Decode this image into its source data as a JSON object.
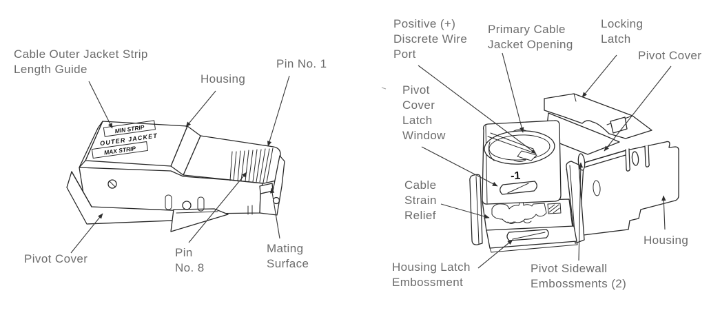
{
  "palette": {
    "background": "#ffffff",
    "drawing_line": "#282828",
    "leader_line": "#3a3a3a",
    "label_text": "#6c6c6c"
  },
  "left_view": {
    "markings": {
      "min_strip": "MIN STRIP",
      "outer_jacket": "OUTER JACKET",
      "max_strip": "MAX STRIP"
    },
    "labels": {
      "cable_outer_jacket_strip_length_guide": "Cable Outer Jacket Strip\nLength Guide",
      "housing": "Housing",
      "pin_no_1": "Pin No. 1",
      "pivot_cover": "Pivot Cover",
      "pin_no_8": "Pin\nNo. 8",
      "mating_surface": "Mating\nSurface"
    }
  },
  "right_view": {
    "markings": {
      "dash_one": "-1"
    },
    "labels": {
      "positive_discrete_wire_port": "Positive (+)\nDiscrete Wire\nPort",
      "primary_cable_jacket_opening": "Primary Cable\nJacket Opening",
      "locking_latch": "Locking\nLatch",
      "pivot_cover": "Pivot Cover",
      "pivot_cover_latch_window": "Pivot\nCover\nLatch\nWindow",
      "cable_strain_relief": "Cable\nStrain\nRelief",
      "housing": "Housing",
      "housing_latch_embossment": "Housing Latch\nEmbossment",
      "pivot_sidewall_embossments": "Pivot Sidewall\nEmbossments (2)"
    }
  }
}
